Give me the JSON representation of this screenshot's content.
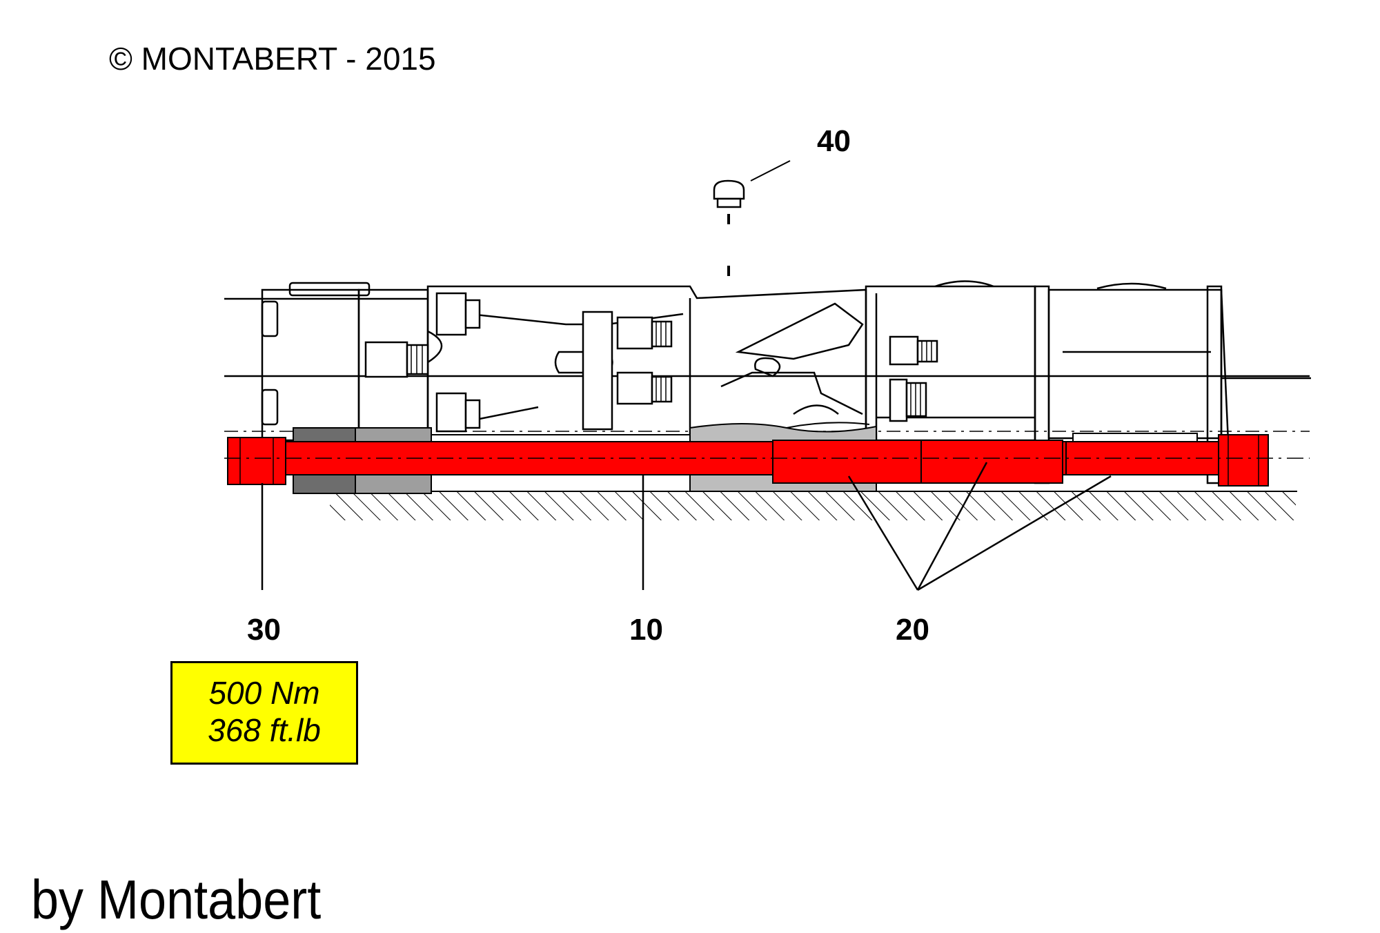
{
  "header": {
    "copyright": "© MONTABERT -  2015"
  },
  "callouts": {
    "c40": "40",
    "c30": "30",
    "c10": "10",
    "c20": "20"
  },
  "torque": {
    "nm": "500 Nm",
    "ftlb": "368 ft.lb"
  },
  "footer": {
    "byline": "by Montabert"
  },
  "colors": {
    "highlight": "#ff0000",
    "torque_box": "#ffff00",
    "line": "#000000",
    "seal_grey": "#bdbdbd"
  }
}
